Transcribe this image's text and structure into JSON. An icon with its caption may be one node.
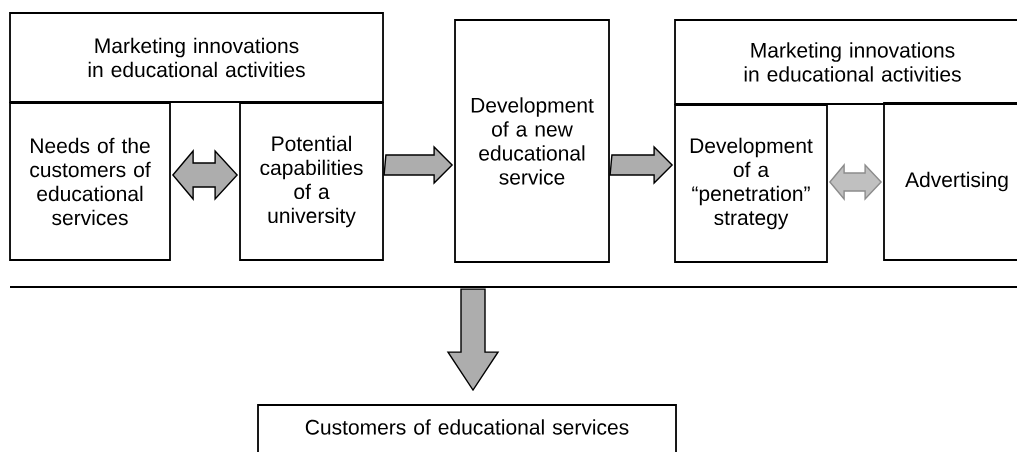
{
  "diagram": {
    "nodes": [
      {
        "text": [
          "Marketing innovations in educational activities"
        ]
      },
      {
        "text": [
          "Needs of the customers of educational services"
        ]
      },
      {
        "text": [
          "Potential capabilities of a university"
        ]
      },
      {
        "text": [
          "Development of a new educational service"
        ]
      },
      {
        "text": [
          "Marketing innovations in educational activities"
        ]
      },
      {
        "text": [
          "Development of a “penetration” strategy"
        ]
      },
      {
        "text": [
          "Advertising"
        ]
      },
      {
        "text": [
          "Customers of educational services"
        ]
      }
    ],
    "edges": [
      {
        "from": 1,
        "to": 2,
        "arrow": "both"
      },
      {
        "from": 2,
        "to": 3,
        "arrow": "to"
      },
      {
        "from": 3,
        "to": 5,
        "arrow": "to"
      },
      {
        "from": 5,
        "to": 6,
        "arrow": "both",
        "color": "#8c8c8c"
      },
      {
        "from": null,
        "to": 7,
        "arrow": "to"
      }
    ]
  }
}
